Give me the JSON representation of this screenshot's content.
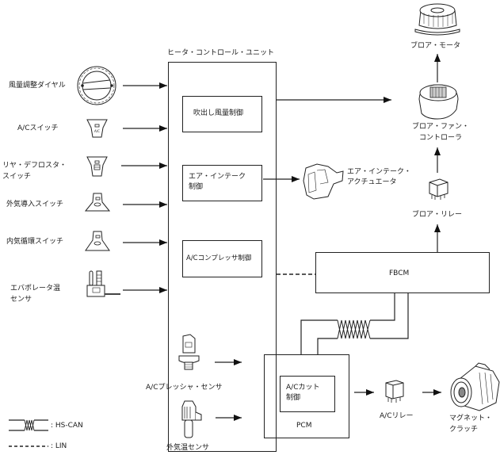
{
  "diagram": {
    "hcu": {
      "title": "ヒータ・コントロール・ユニット",
      "blocks": [
        {
          "label": "吹出し風量制御"
        },
        {
          "label": "エア・インテーク\n制御"
        },
        {
          "label": "A/Cコンプレッサ制御"
        }
      ]
    },
    "inputs": [
      {
        "label": "風量調整ダイヤル",
        "icon": "fan-speed-dial-icon"
      },
      {
        "label": "A/Cスイッチ",
        "icon": "ac-switch-icon"
      },
      {
        "label": "リヤ・デフロスタ・\nスイッチ",
        "icon": "rear-defroster-switch-icon"
      },
      {
        "label": "外気導入スイッチ",
        "icon": "fresh-air-switch-icon"
      },
      {
        "label": "内気循環スイッチ",
        "icon": "recirculation-switch-icon"
      },
      {
        "label": "エバポレータ温\nセンサ",
        "icon": "evaporator-temp-sensor-icon"
      }
    ],
    "blower_motor": {
      "label": "ブロア・モータ",
      "icon": "blower-motor-icon"
    },
    "blower_fan_controller": {
      "label": "ブロア・ファン・\nコントローラ",
      "icon": "blower-fan-controller-icon"
    },
    "air_intake_actuator": {
      "label": "エア・インテーク・\nアクチュエータ",
      "icon": "air-intake-actuator-icon"
    },
    "blower_relay": {
      "label": "ブロア・リレー",
      "icon": "relay-icon"
    },
    "fbcm": {
      "label": "FBCM"
    },
    "pcm": {
      "label": "PCM",
      "block": "A/Cカット\n制御"
    },
    "ac_pressure_sensor": {
      "label": "A/Cプレッシャ・センサ",
      "icon": "pressure-sensor-icon"
    },
    "ambient_temp_sensor": {
      "label": "外気温センサ",
      "icon": "ambient-temp-sensor-icon"
    },
    "ac_relay": {
      "label": "A/Cリレー",
      "icon": "relay-icon"
    },
    "magnet_clutch": {
      "label": "マグネット・\nクラッチ",
      "icon": "compressor-icon"
    },
    "legend": [
      {
        "symbol": "twisted-pair",
        "label": ": HS-CAN"
      },
      {
        "symbol": "dashed-line",
        "label": ": LIN"
      }
    ]
  }
}
